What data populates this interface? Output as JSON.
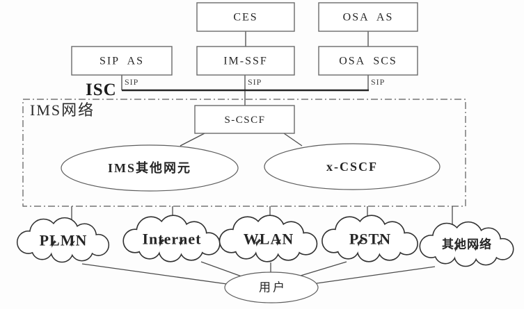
{
  "app_servers": {
    "ces": "CES",
    "osa_as": "OSA AS",
    "sip_as": "SIP AS",
    "im_ssf": "IM-SSF",
    "osa_scs": "OSA SCS"
  },
  "interface_labels": {
    "isc": "ISC",
    "sip_left": "SIP",
    "sip_center": "SIP",
    "sip_right": "SIP"
  },
  "ims_network": {
    "title": "IMS网络",
    "s_cscf": "S-CSCF",
    "ims_other_elements": "IMS其他网元",
    "x_cscf": "x-CSCF"
  },
  "access_networks": {
    "plmn": "PLMN",
    "internet": "Internet",
    "wlan": "WLAN",
    "pstn": "PSTN",
    "other": "其他网络"
  },
  "user": {
    "label": "用户"
  },
  "colors": {
    "background": "#fdfdfd",
    "line": "#4a4a4a",
    "bus_line": "#242424",
    "box_border": "#6a6a6a",
    "text": "#262626"
  }
}
